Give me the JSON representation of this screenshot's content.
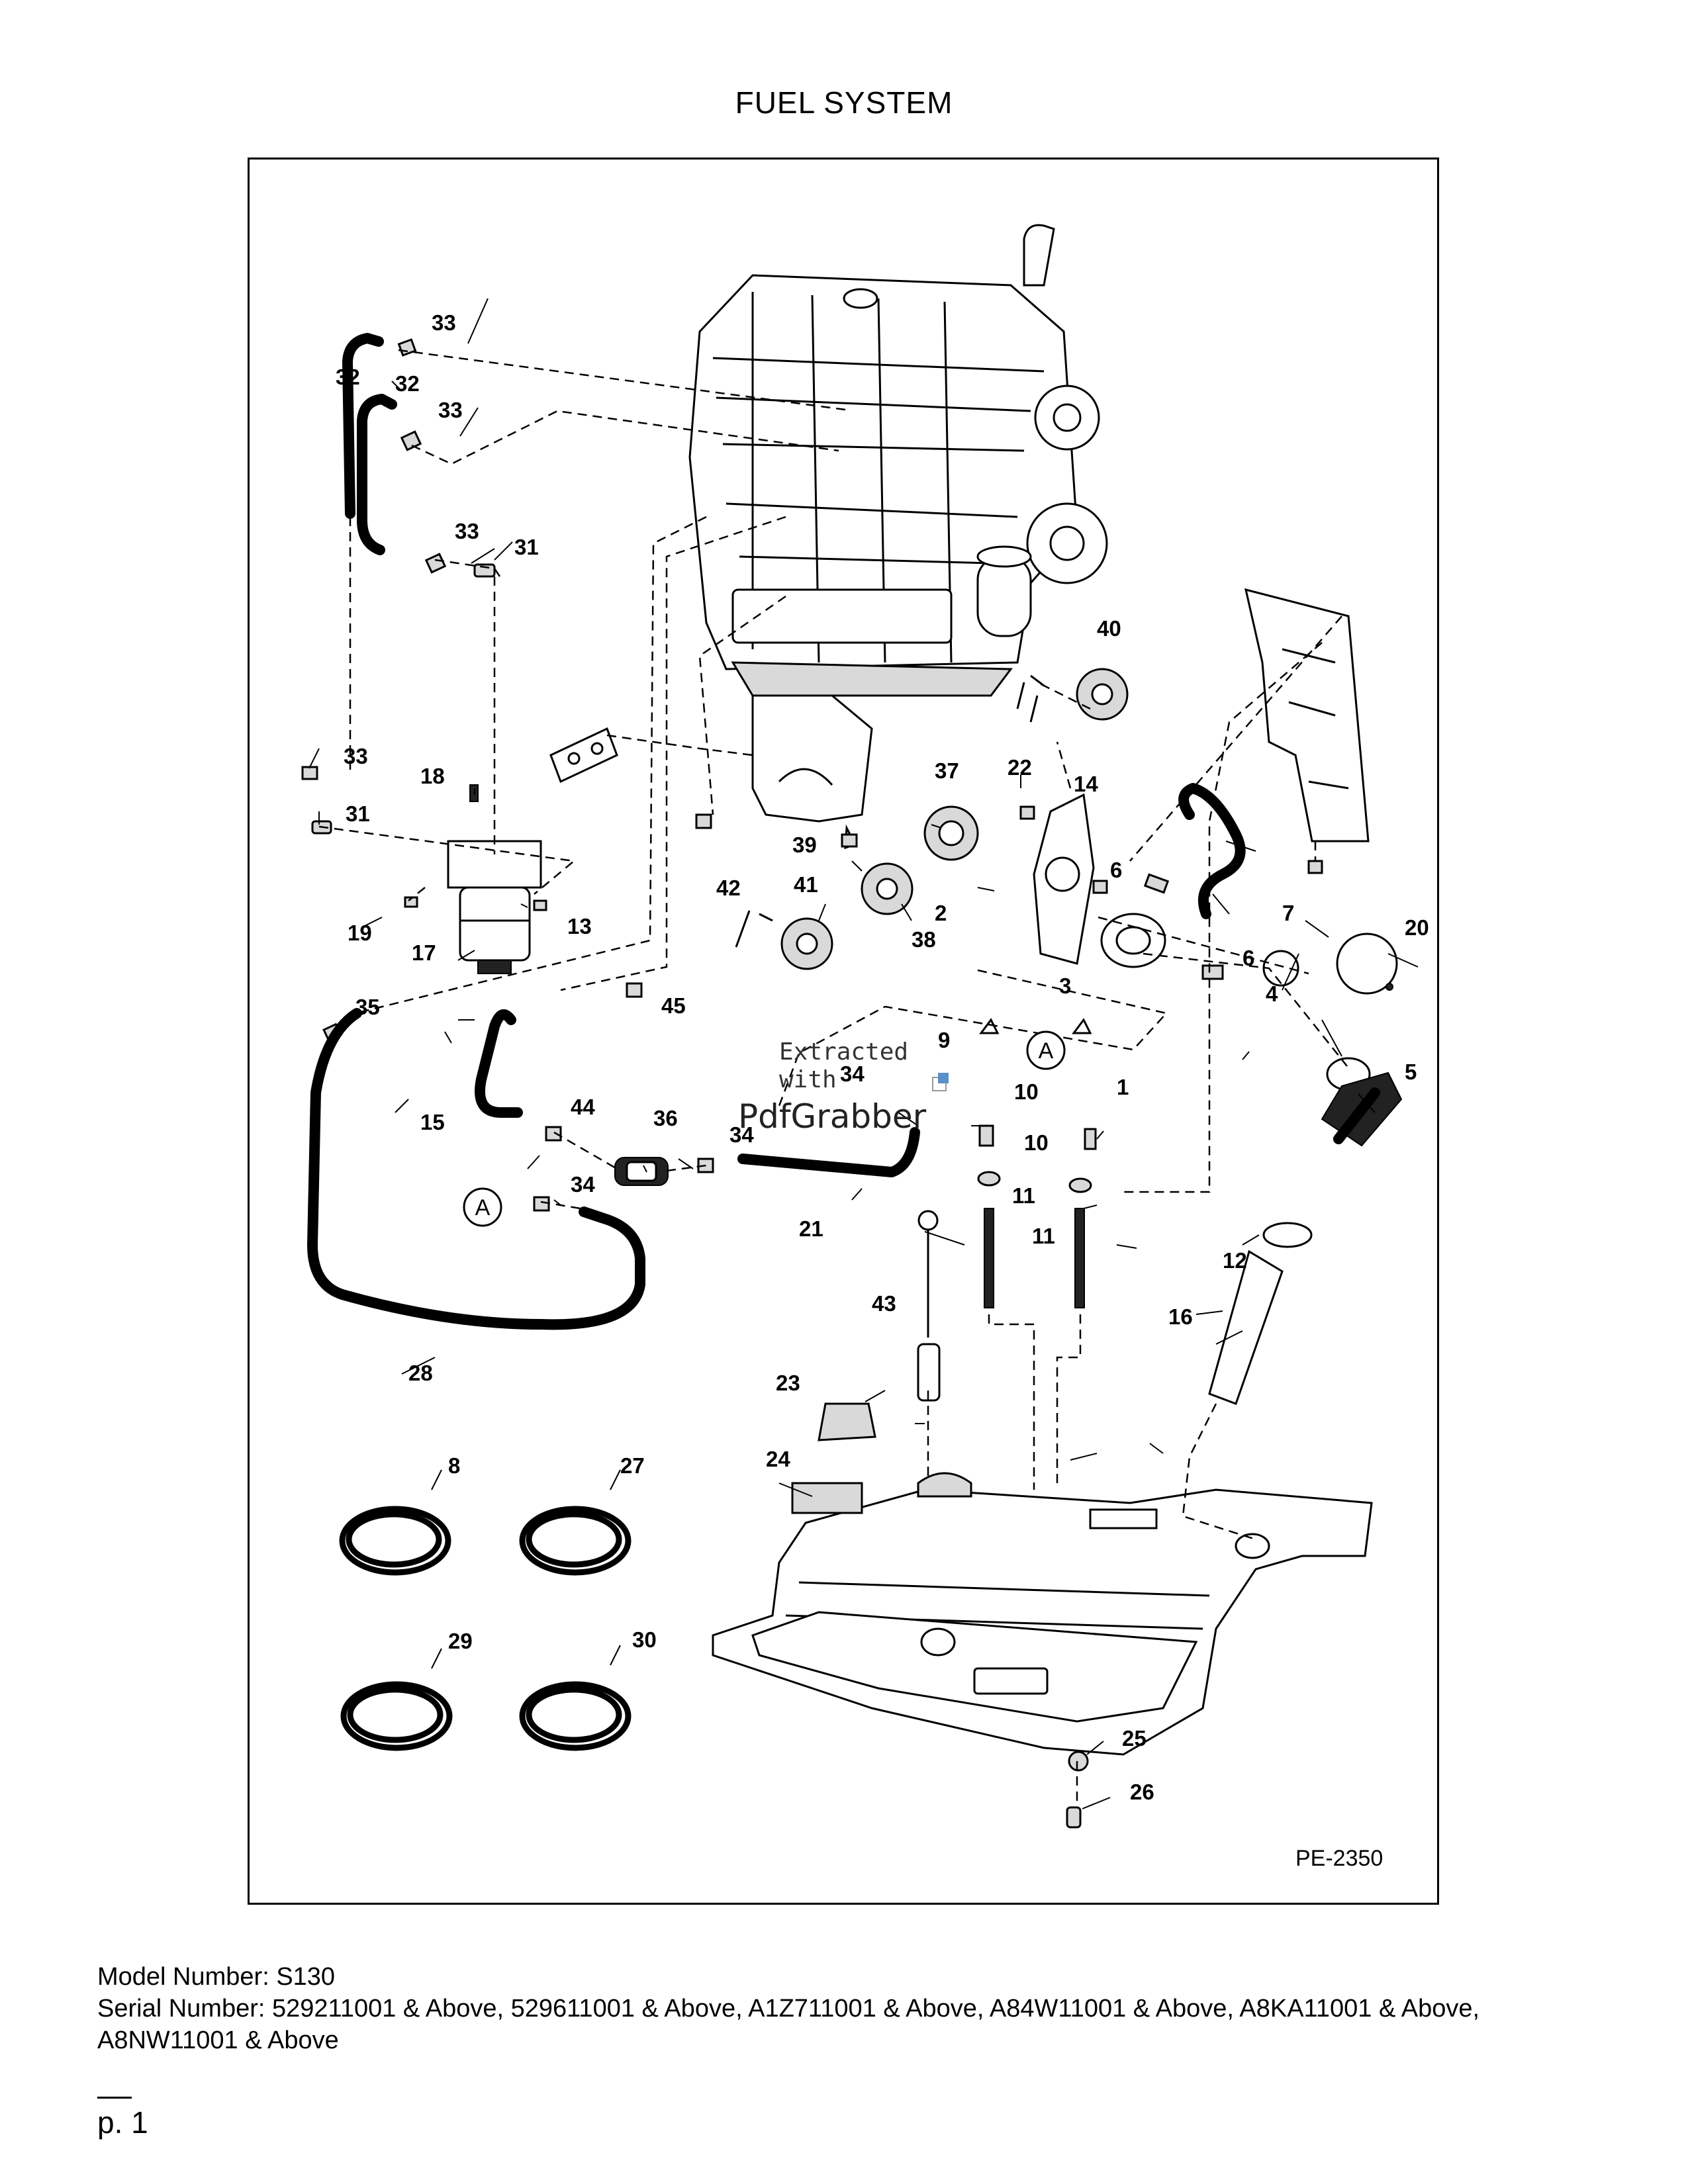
{
  "title": "FUEL SYSTEM",
  "diagram_code": "PE-2350",
  "model_line": "Model Number: S130",
  "serial_line": "Serial Number: 529211001 & Above, 529611001 & Above, A1Z711001 & Above, A84W11001 & Above, A8KA11001 & Above, A8NW11001 & Above",
  "page_label": "p. 1",
  "watermark": {
    "line1": "Extracted",
    "line2": "with",
    "line3": "PdfGrabber"
  },
  "callouts": [
    "1",
    "2",
    "3",
    "4",
    "5",
    "6",
    "6",
    "7",
    "8",
    "9",
    "10",
    "10",
    "11",
    "11",
    "12",
    "13",
    "14",
    "15",
    "16",
    "17",
    "18",
    "19",
    "20",
    "21",
    "22",
    "23",
    "24",
    "25",
    "26",
    "27",
    "28",
    "29",
    "30",
    "31",
    "31",
    "32",
    "32",
    "33",
    "33",
    "33",
    "33",
    "34",
    "34",
    "34",
    "35",
    "36",
    "37",
    "38",
    "39",
    "40",
    "41",
    "42",
    "43",
    "44",
    "45"
  ],
  "connector_ref": "A"
}
